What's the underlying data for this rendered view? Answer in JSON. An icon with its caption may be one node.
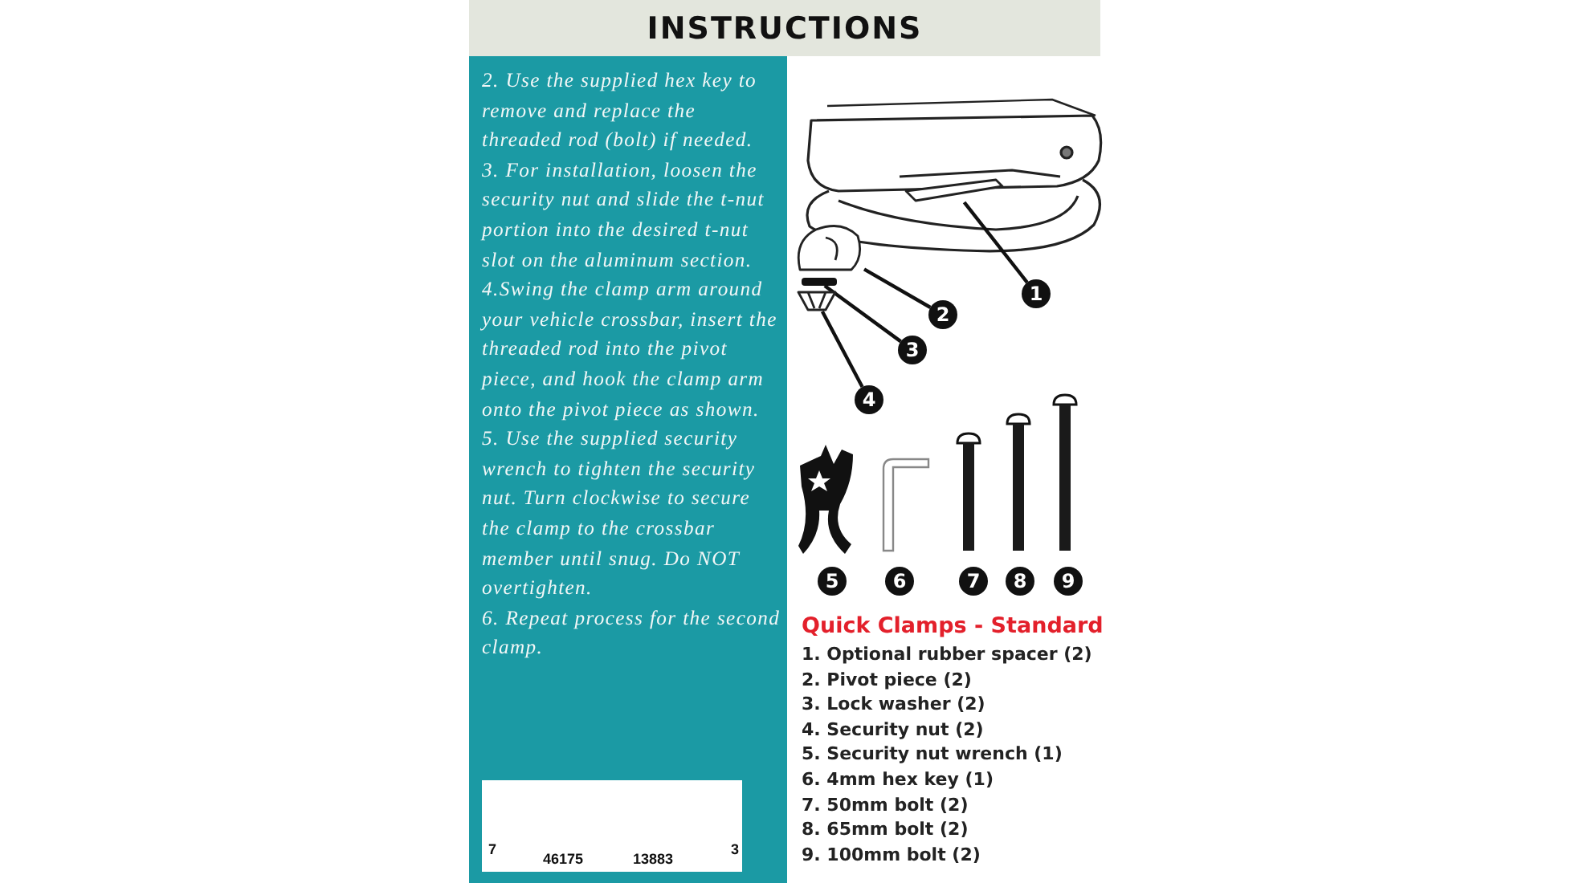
{
  "diagram": {
    "title": "INSTRUCTIONS",
    "nodes": [
      {
        "text": [
          "1"
        ]
      },
      {
        "text": [
          "2"
        ]
      },
      {
        "text": [
          "3"
        ]
      },
      {
        "text": [
          "4"
        ]
      },
      {
        "text": [],
        "shape": "picture"
      },
      {
        "text": [],
        "shape": "picture"
      },
      {
        "text": [],
        "shape": "bar"
      },
      {
        "text": [],
        "shape": "picture"
      },
      {
        "text": [
          "5"
        ]
      },
      {
        "text": [
          "6"
        ]
      },
      {
        "text": [
          "7"
        ]
      },
      {
        "text": [
          "8"
        ]
      },
      {
        "text": [
          "9"
        ]
      }
    ],
    "edges": [
      {
        "from": 0,
        "to": 4,
        "arrow": "none"
      },
      {
        "from": 1,
        "to": 5,
        "arrow": "none"
      },
      {
        "from": 2,
        "to": 6,
        "arrow": "none"
      },
      {
        "from": 3,
        "to": 7,
        "arrow": "none"
      }
    ],
    "labels": [
      "2. Use the supplied hex key to remove and replace the threaded rod (bolt) if needed.",
      "3. For installation, loosen the security nut and slide the t-nut portion into the desired t-nut slot on the aluminum section.",
      "4.Swing the clamp arm around your vehicle crossbar, insert the threaded rod into the pivot piece, and hook the clamp arm onto the pivot piece as shown.",
      "5. Use the supplied security wrench to tighten the security nut. Turn clockwise to secure the clamp to the crossbar member until snug. Do NOT overtighten.",
      "6. Repeat process for the second clamp.",
      "7",
      "46175",
      "13883",
      "3",
      "Quick Clamps - Standard",
      "1. Optional rubber spacer (2)",
      "2. Pivot piece (2)",
      "3. Lock washer (2)",
      "4. Security nut (2)",
      "5. Security nut wrench (1)",
      "6. 4mm hex key (1)",
      "7. 50mm bolt (2)",
      "8. 65mm bolt (2)",
      "9. 100mm bolt (2)"
    ]
  }
}
